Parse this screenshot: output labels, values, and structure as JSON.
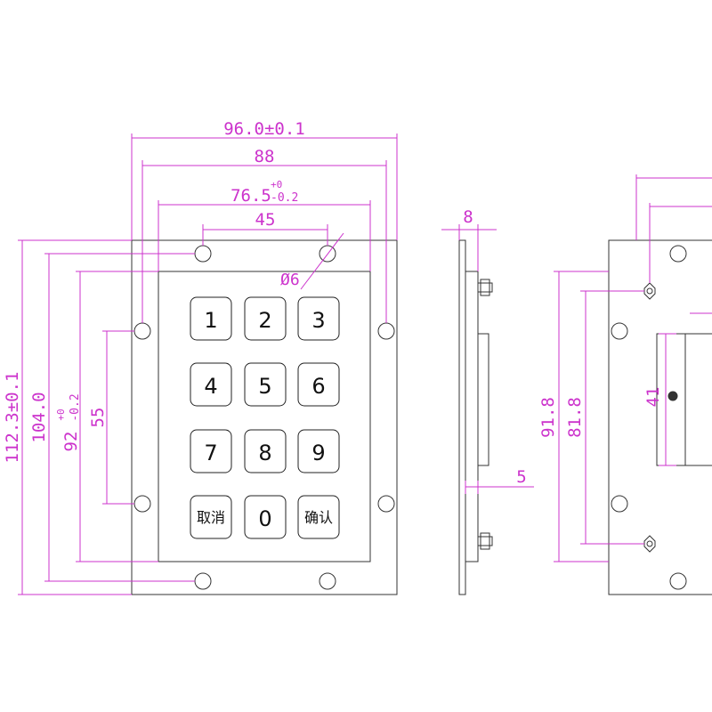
{
  "colors": {
    "dimension": "#cc33cc",
    "outline": "#333333",
    "background": "#ffffff"
  },
  "front_view": {
    "dims": {
      "width_overall": "96.0±0.1",
      "width_holes": "88",
      "width_inner_main": "76.5",
      "width_inner_tol_upper": "+0",
      "width_inner_tol_lower": "-0.2",
      "width_hole_pair": "45",
      "hole_diameter": "Ø6",
      "height_overall": "112.3±0.1",
      "height_holes": "104.0",
      "height_inner_main": "92",
      "height_inner_tol_upper": "+0",
      "height_inner_tol_lower": "-0.2",
      "height_hole_pair": "55"
    },
    "keys": [
      "1",
      "2",
      "3",
      "4",
      "5",
      "6",
      "7",
      "8",
      "9",
      "取消",
      "0",
      "确认"
    ]
  },
  "side_view": {
    "dims": {
      "thickness": "8",
      "step": "5"
    }
  },
  "back_view": {
    "dims": {
      "height_a": "91.8",
      "height_b": "81.8",
      "height_c": "41"
    }
  }
}
